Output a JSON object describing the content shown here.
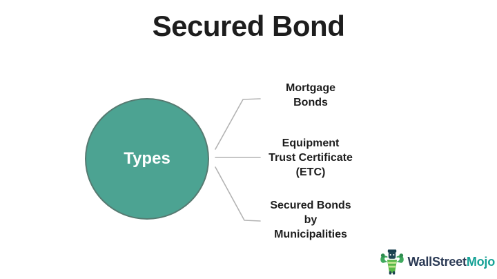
{
  "title": "Secured Bond",
  "circle": {
    "label": "Types"
  },
  "items": [
    {
      "label": "Mortgage\nBonds"
    },
    {
      "label": "Equipment\nTrust Certificate\n(ETC)"
    },
    {
      "label": "Secured Bonds\nby\nMunicipalities"
    }
  ],
  "logo": {
    "brand_primary": "WallStreet",
    "brand_accent": "Mojo",
    "icon": "bull-mascot-icon"
  },
  "colors": {
    "text": "#1d1d1d",
    "circle_fill": "#4ca392",
    "circle_border": "#567a71",
    "circle_label": "#ffffff",
    "connector": "#b3b3b3",
    "logo_primary": "#2b3a55",
    "logo_accent": "#16a296"
  }
}
